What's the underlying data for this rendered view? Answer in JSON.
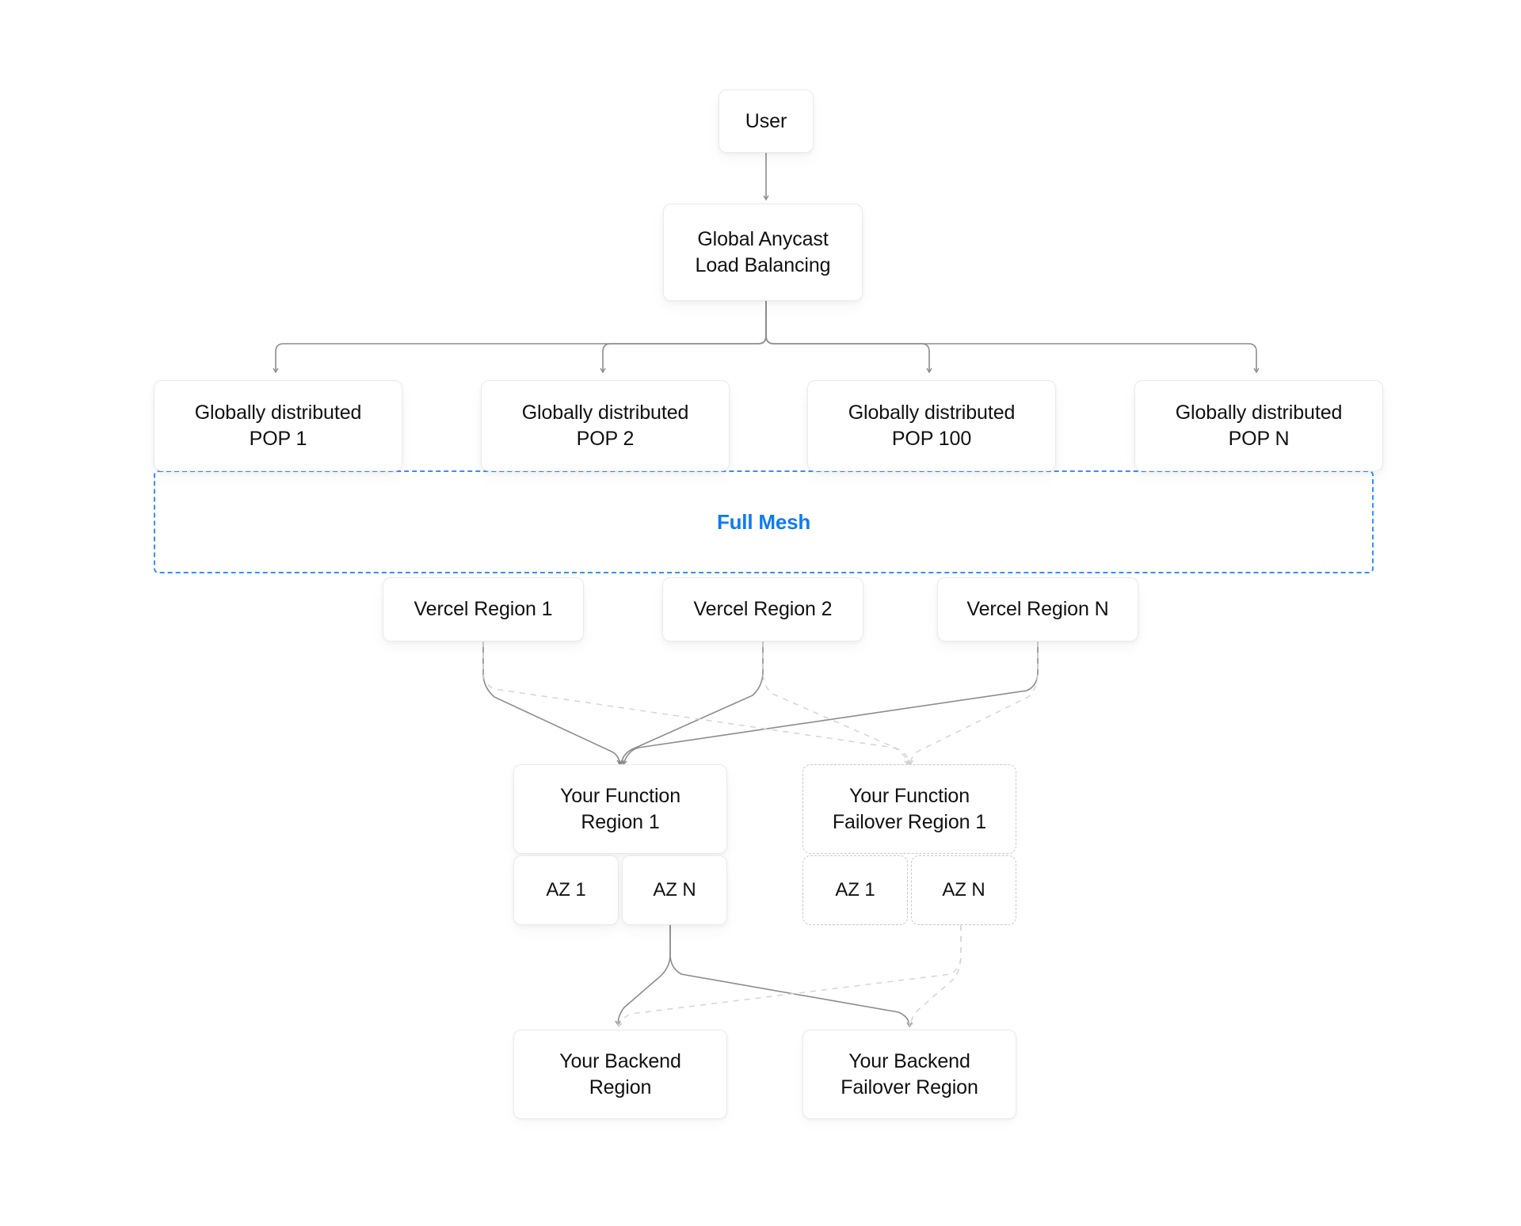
{
  "diagram": {
    "title": "Vercel global anycast routing and multi-region failover architecture",
    "background_color": "#ffffff",
    "accent_color": "#0f7bf2",
    "border_color": "#eaeaea",
    "dashed_border_color": "#c9c9c9",
    "connector_color": "#8c8c8c",
    "connector_dashed_color": "#d4d4d4"
  },
  "nodes": {
    "user": {
      "label": "User"
    },
    "load_balancer": {
      "label": "Global Anycast\nLoad Balancing"
    },
    "pops": [
      {
        "label": "Globally distributed\nPOP 1"
      },
      {
        "label": "Globally distributed\nPOP 2"
      },
      {
        "label": "Globally distributed\nPOP 100"
      },
      {
        "label": "Globally distributed\nPOP N"
      }
    ],
    "mesh": {
      "label": "Full Mesh"
    },
    "vercel_regions": [
      {
        "label": "Vercel Region 1"
      },
      {
        "label": "Vercel Region 2"
      },
      {
        "label": "Vercel Region N"
      }
    ],
    "function_regions": [
      {
        "label": "Your Function\nRegion 1",
        "style": "solid",
        "azs": [
          {
            "label": "AZ 1"
          },
          {
            "label": "AZ N"
          }
        ]
      },
      {
        "label": "Your Function\nFailover Region 1",
        "style": "dashed",
        "azs": [
          {
            "label": "AZ 1"
          },
          {
            "label": "AZ N"
          }
        ]
      }
    ],
    "backends": [
      {
        "label": "Your Backend\nRegion",
        "style": "solid"
      },
      {
        "label": "Your Backend\nFailover Region",
        "style": "solid"
      }
    ]
  }
}
